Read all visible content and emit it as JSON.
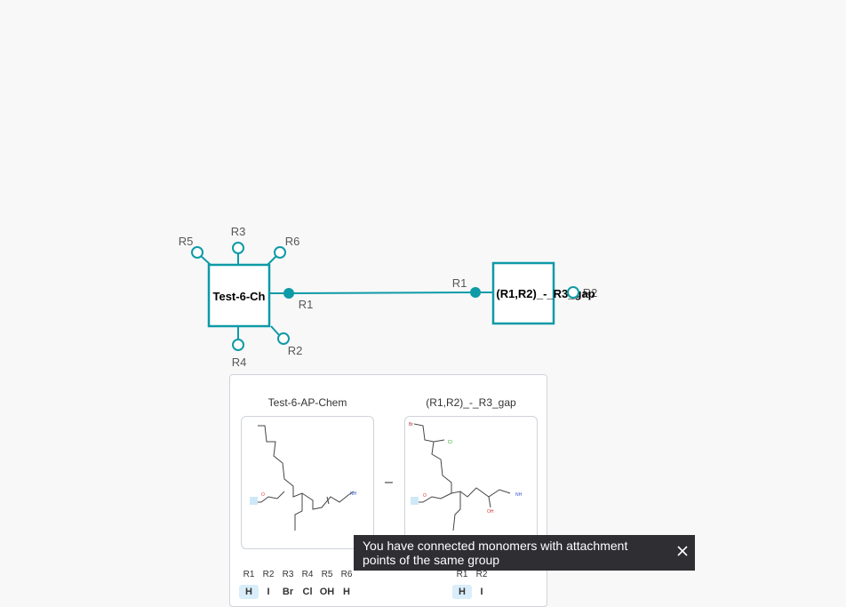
{
  "canvas": {
    "monomer_left": {
      "name": "Test-6-Ch",
      "attachment_points": [
        "R1",
        "R2",
        "R3",
        "R4",
        "R5",
        "R6"
      ]
    },
    "monomer_right": {
      "name": "(R1,R2)_-_R3_gap",
      "attachment_points": [
        "R1",
        "R2"
      ]
    },
    "bond": {
      "from": "R1",
      "to": "R1"
    }
  },
  "panel": {
    "left": {
      "title": "Test-6-AP-Chem",
      "attachment_points": [
        {
          "name": "R1",
          "value": "H",
          "highlighted": true
        },
        {
          "name": "R2",
          "value": "I",
          "highlighted": false
        },
        {
          "name": "R3",
          "value": "Br",
          "highlighted": false
        },
        {
          "name": "R4",
          "value": "Cl",
          "highlighted": false
        },
        {
          "name": "R5",
          "value": "OH",
          "highlighted": false
        },
        {
          "name": "R6",
          "value": "H",
          "highlighted": false
        }
      ],
      "atom_labels": [
        "O",
        "NH"
      ]
    },
    "separator": "–",
    "right": {
      "title": "(R1,R2)_-_R3_gap",
      "attachment_points": [
        {
          "name": "R1",
          "value": "H",
          "highlighted": true
        },
        {
          "name": "R2",
          "value": "I",
          "highlighted": false
        }
      ],
      "atom_labels": [
        "Br",
        "Cl",
        "O",
        "NH",
        "OH"
      ]
    }
  },
  "toast": {
    "message": "You have connected monomers with attachment points of the same group"
  },
  "colors": {
    "accent": "#0e9aa7",
    "toast_bg": "#2e2e33",
    "highlight": "#d9eefa"
  }
}
